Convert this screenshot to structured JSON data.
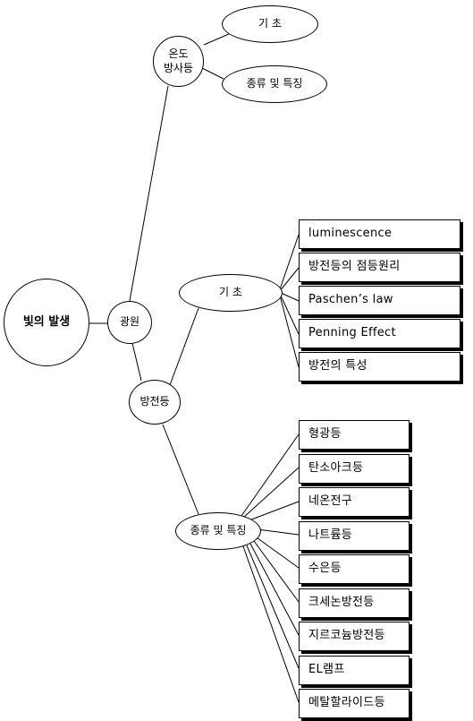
{
  "root": "빛의 발생",
  "light_source": "광원",
  "incandescent": "온도\n방사등",
  "incandescent_basics": "기  초",
  "incandescent_types": "종류 및 특징",
  "discharge": "방전등",
  "discharge_basics": "기  초",
  "discharge_types": "종류 및 특징",
  "basics_items": [
    "luminescence",
    "방전등의 점등원리",
    "Paschen’s law",
    "Penning Effect",
    "방전의 특성"
  ],
  "type_items": [
    "형광등",
    "탄소아크등",
    "네온전구",
    "나트륨등",
    "수은등",
    "크세논방전등",
    "지르코늄방전등",
    "EL램프",
    "메탈할라이드등"
  ]
}
